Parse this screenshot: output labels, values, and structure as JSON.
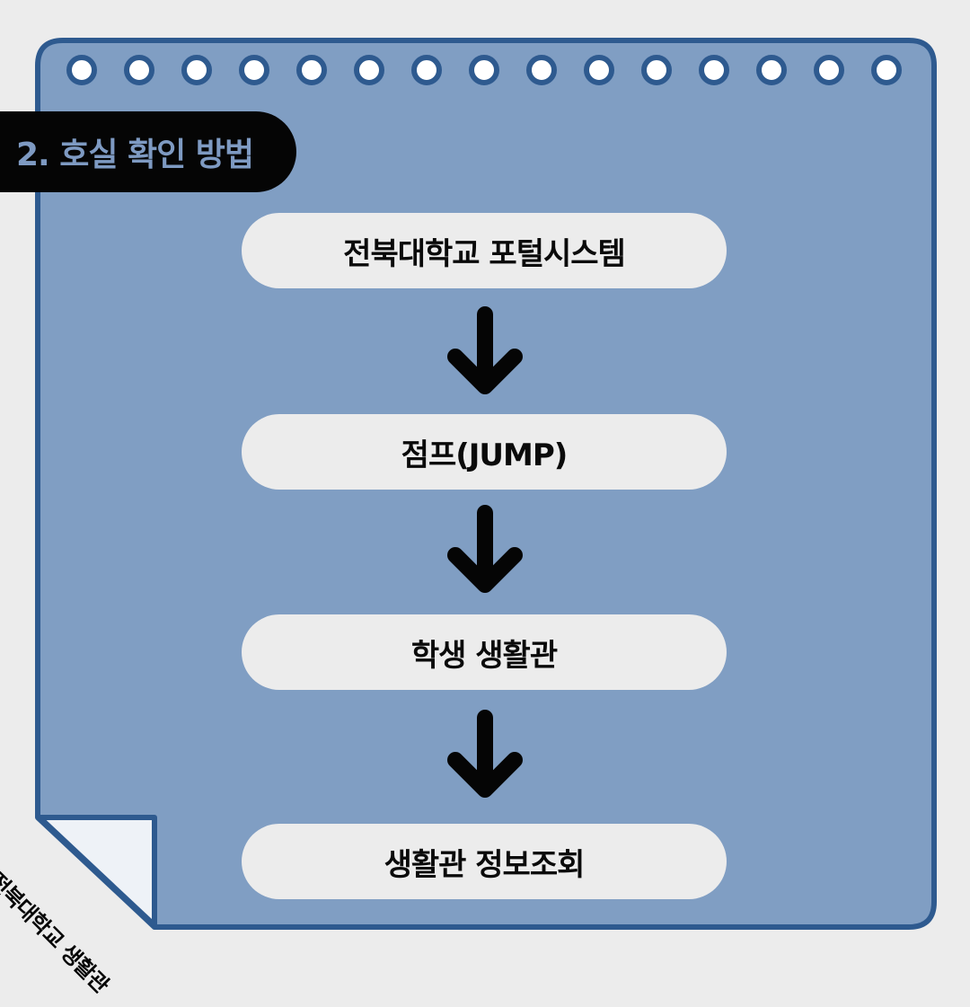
{
  "colors": {
    "page_background": "#ececec",
    "card_fill": "#809ec3",
    "card_border": "#2e5a8f",
    "ring_fill": "#ffffff",
    "title_tab": "#050505",
    "title_text": "#7e9ac2",
    "step_fill": "#ececec",
    "arrow": "#050505"
  },
  "icons": {
    "binder_ring": "binder-ring-icon",
    "arrow_down": "arrow-down-icon",
    "page_curl": "page-curl-icon"
  },
  "binder_ring_count": 15,
  "title": "2. 호실 확인 방법",
  "steps": [
    {
      "label": "전북대학교 포털시스템"
    },
    {
      "label": "점프(JUMP)"
    },
    {
      "label": "학생 생활관"
    },
    {
      "label": "생활관 정보조회"
    }
  ],
  "corner_label": "전북대학교 생활관"
}
